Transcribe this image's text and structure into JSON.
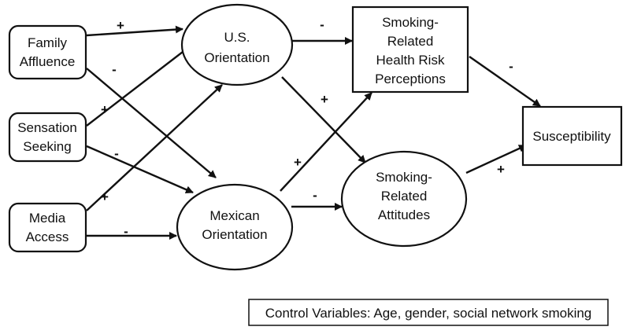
{
  "nodes": {
    "family_affluence": [
      "Family",
      "Affluence"
    ],
    "sensation_seeking": [
      "Sensation",
      "Seeking"
    ],
    "media_access": [
      "Media",
      "Access"
    ],
    "us_orientation": [
      "U.S.",
      "Orientation"
    ],
    "mexican_orientation": [
      "Mexican",
      "Orientation"
    ],
    "health_risk": [
      "Smoking-",
      "Related",
      "Health Risk",
      "Perceptions"
    ],
    "attitudes": [
      "Smoking-",
      "Related",
      "Attitudes"
    ],
    "susceptibility": [
      "Susceptibility"
    ]
  },
  "signs": {
    "fa_us": "+",
    "fa_mex": "-",
    "ss_us": "+",
    "ss_mex": "-",
    "ma_us": "+",
    "ma_mex": "-",
    "us_risk": "-",
    "us_att": "+",
    "mex_risk": "+",
    "mex_att": "-",
    "risk_susc": "-",
    "att_susc": "+"
  },
  "control_note": "Control Variables: Age, gender, social network smoking"
}
